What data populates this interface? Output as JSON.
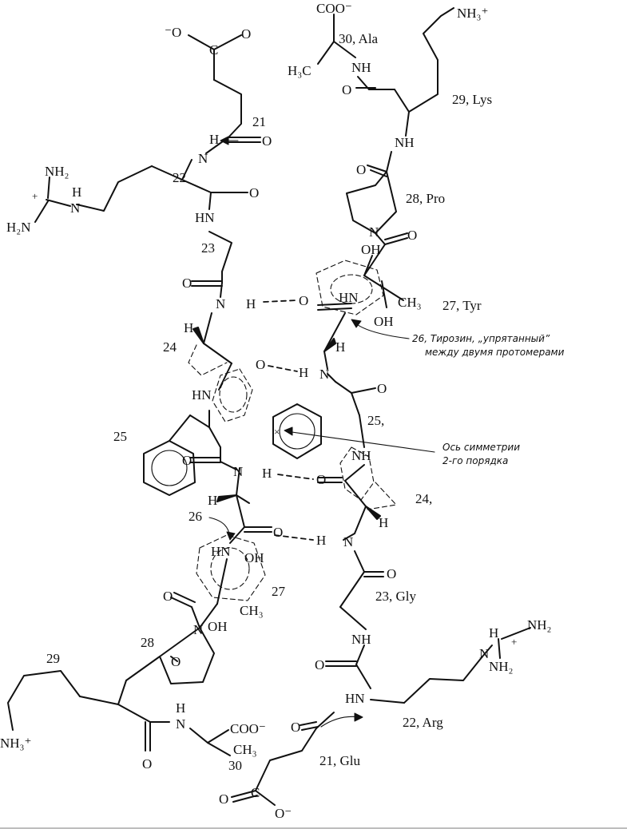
{
  "atoms": {
    "coo_top": "COO⁻",
    "nh3_top": "NH₃⁺",
    "o_minus_top": "⁻O",
    "o": "O",
    "c": "C",
    "h": "H",
    "nh": "NH",
    "hn": "HN",
    "n": "N",
    "nh2_sub": "NH₂",
    "h2n": "H₂N",
    "plus": "+",
    "h3c": "H₃C",
    "ch3": "CH₃",
    "oh": "OH",
    "nh3_bottom": "NH₃⁺",
    "coo_bottom": "COO⁻",
    "o_minus_bottom": "O⁻",
    "nh2_right": "NH₂"
  },
  "residues": {
    "ala30": "30, Ala",
    "lys29": "29, Lys",
    "pro28": "28, Pro",
    "tyr27": "27, Tyr",
    "r21_top": "21",
    "r22_top": "22",
    "r23_top": "23",
    "r24_top": "24",
    "r25_left": "25",
    "r25_right": "25,",
    "r24_right": "24,",
    "r26_bottom": "26",
    "r27_bottom": "27",
    "r28_bottom": "28",
    "r29_bottom": "29",
    "r30_bottom": "30",
    "gly23": "23, Gly",
    "arg22": "22, Arg",
    "glu21": "21, Glu"
  },
  "annotations": {
    "tyrosine_line1": "26, Тирозин, „упрятанный”",
    "tyrosine_line2": "между двумя протомерами",
    "axis_line1": "Ось симметрии",
    "axis_line2": "2-го порядка"
  }
}
